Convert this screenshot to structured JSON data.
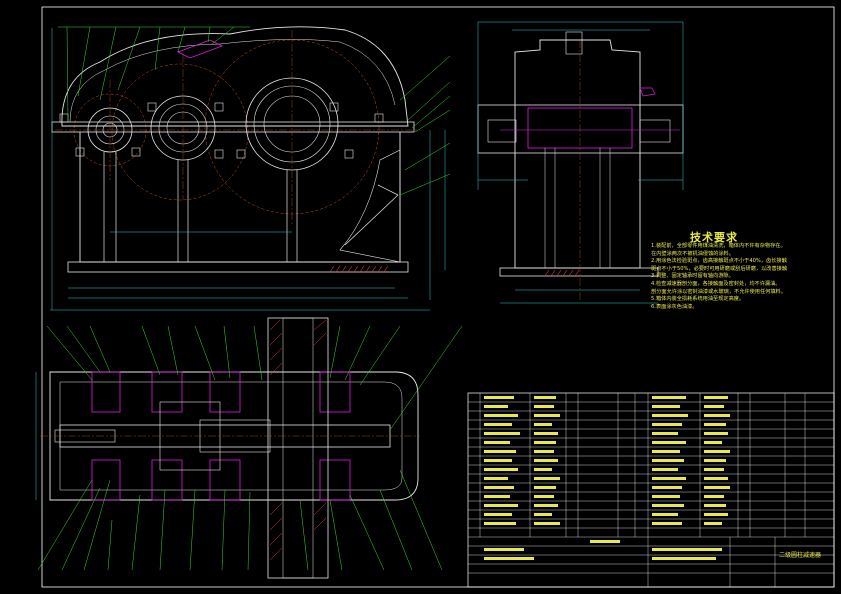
{
  "technical_requirements": {
    "title": "技术要求",
    "items": [
      "1.装配前，全部零件用煤油清洗，箱体内不许有杂物存在。",
      "在内壁涂两次不被机油侵蚀的涂料。",
      "2.用涂色法检验斑点，齿高接触斑点不小于40%，齿长接触",
      "斑点不小于50%，必要时可用研磨或刮后研磨，以改善接触",
      "3.调整、固定轴承时留有轴向游隙。",
      "4.检查减速器剖分面，各接触面及密封处，均不许漏油。",
      "剖分面允许涂以密封油漆或水玻璃，不允许使用任何填料。",
      "5.箱体内装全损耗系统用油至规定高度。",
      "6.表面涂灰色油漆。"
    ]
  },
  "title_block": {
    "drawing_title": "二级圆柱减速器"
  },
  "colors": {
    "background": "#000000",
    "outline": "#e6e6e6",
    "dimension": "#27d2d2",
    "leader": "#2fe02f",
    "section": "#e020e0",
    "hidden_circle": "#c8501e",
    "hatch": "#e03c3c",
    "text": "#e8e84a",
    "frame": "#ffffff"
  }
}
